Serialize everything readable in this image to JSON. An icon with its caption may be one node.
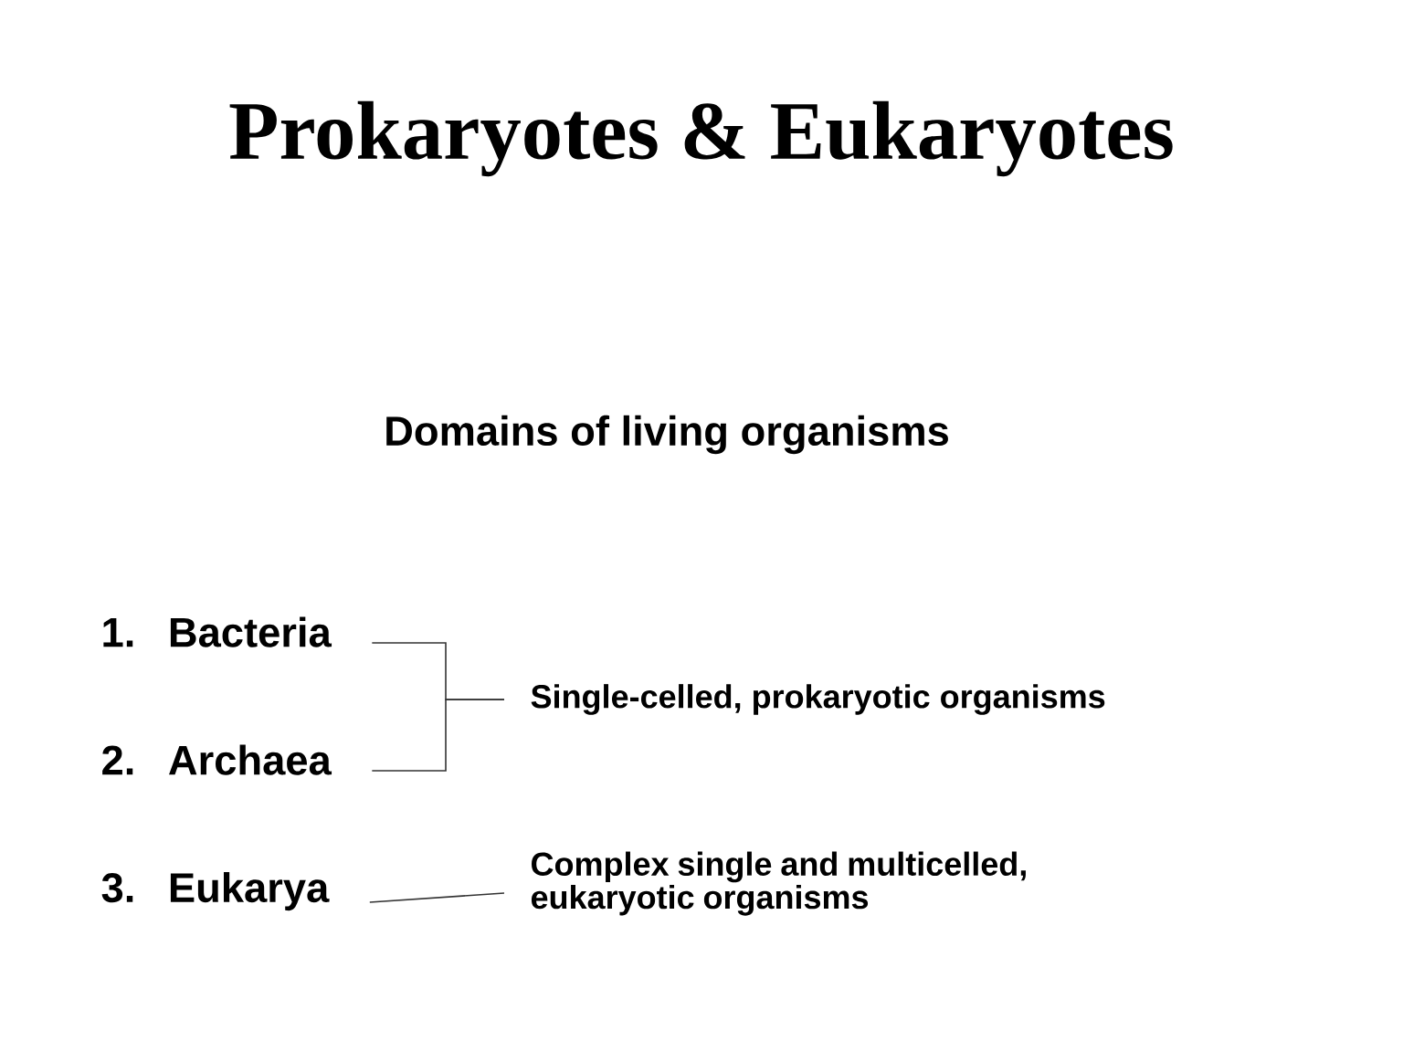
{
  "diagram": {
    "title": "Prokaryotes & Eukaryotes",
    "nodes": [
      {
        "text": [
          "1.",
          "Bacteria"
        ]
      },
      {
        "text": [
          "2.",
          "Archaea"
        ]
      },
      {
        "text": [
          "3.",
          "Eukarya"
        ]
      },
      {
        "text": [
          "Single-celled, prokaryotic organisms"
        ]
      },
      {
        "text": [
          "Complex single and multicelled, eukaryotic organisms"
        ]
      }
    ],
    "edges": [
      {
        "from": 0,
        "to": 3,
        "arrow": "none"
      },
      {
        "from": 1,
        "to": 3,
        "arrow": "none"
      },
      {
        "from": 2,
        "to": 4,
        "arrow": "none"
      }
    ],
    "labels": [
      "Domains of living organisms"
    ]
  }
}
